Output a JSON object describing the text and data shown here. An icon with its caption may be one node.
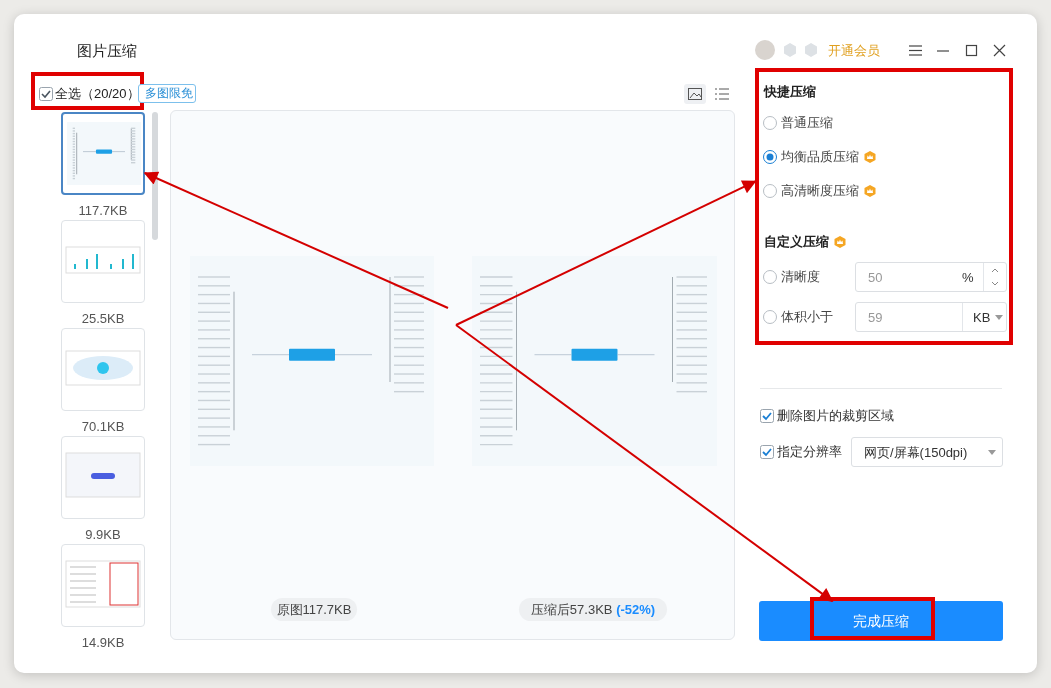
{
  "diagram": {
    "nodes": [
      {
        "text": [
          "全选（20/20）"
        ]
      },
      {
        "text": [
          "多图限免"
        ]
      },
      {
        "text": [],
        "shape": "picture",
        "beside": [
          "117.7KB"
        ]
      },
      {
        "text": [],
        "shape": "picture",
        "beside": [
          "25.5KB"
        ]
      },
      {
        "text": [],
        "shape": "picture",
        "beside": [
          "70.1KB"
        ]
      },
      {
        "text": [],
        "shape": "picture",
        "beside": [
          "9.9KB"
        ]
      },
      {
        "text": [],
        "shape": "picture",
        "beside": [
          "14.9KB"
        ]
      },
      {
        "text": [],
        "shape": "box"
      },
      {
        "text": [],
        "shape": "picture",
        "in": 7
      },
      {
        "text": [],
        "shape": "picture",
        "in": 7
      },
      {
        "text": [
          "原图117.7KB"
        ],
        "in": 7
      },
      {
        "text": [
          "压缩后57.3KB **(-52%)**"
        ],
        "in": 7
      },
      {
        "text": [
          "快捷压缩",
          "普通压缩",
          "均衡品质压缩",
          "高清晰度压缩",
          "自定义压缩",
          "清晰度",
          "体积小于"
        ]
      },
      {
        "text": [
          "50",
          "%"
        ],
        "in": 12
      },
      {
        "text": [
          "59",
          "KB"
        ],
        "in": 12
      },
      {
        "text": [
          "网页/屏幕(150dpi)"
        ]
      },
      {
        "text": [
          "完成压缩"
        ]
      }
    ],
    "edges": [
      {
        "from": null,
        "to": 2,
        "arrow": "to"
      },
      {
        "from": null,
        "to": 12,
        "arrow": "to"
      },
      {
        "from": null,
        "to": 16,
        "arrow": "to"
      }
    ],
    "labels": [
      "图片压缩",
      "开通会员",
      "删除图片的裁剪区域",
      "指定分辨率"
    ]
  }
}
